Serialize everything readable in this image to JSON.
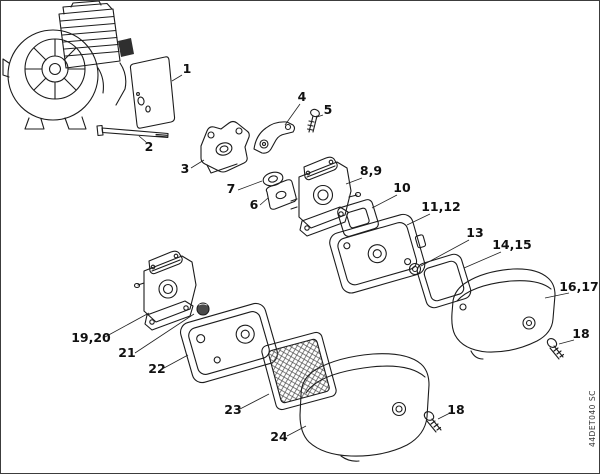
{
  "figure": {
    "watermark": "44DET040 SC",
    "colors": {
      "line": "#1c1c1c",
      "background": "#ffffff"
    },
    "callouts": [
      {
        "label": "1"
      },
      {
        "label": "2"
      },
      {
        "label": "3"
      },
      {
        "label": "4"
      },
      {
        "label": "5"
      },
      {
        "label": "7"
      },
      {
        "label": "6"
      },
      {
        "label": "8,9"
      },
      {
        "label": "10"
      },
      {
        "label": "11,12"
      },
      {
        "label": "13"
      },
      {
        "label": "14,15"
      },
      {
        "label": "16,17"
      },
      {
        "label": "18"
      },
      {
        "label": "19,20"
      },
      {
        "label": "21"
      },
      {
        "label": "22"
      },
      {
        "label": "23"
      },
      {
        "label": "24"
      },
      {
        "label": "18"
      }
    ]
  }
}
